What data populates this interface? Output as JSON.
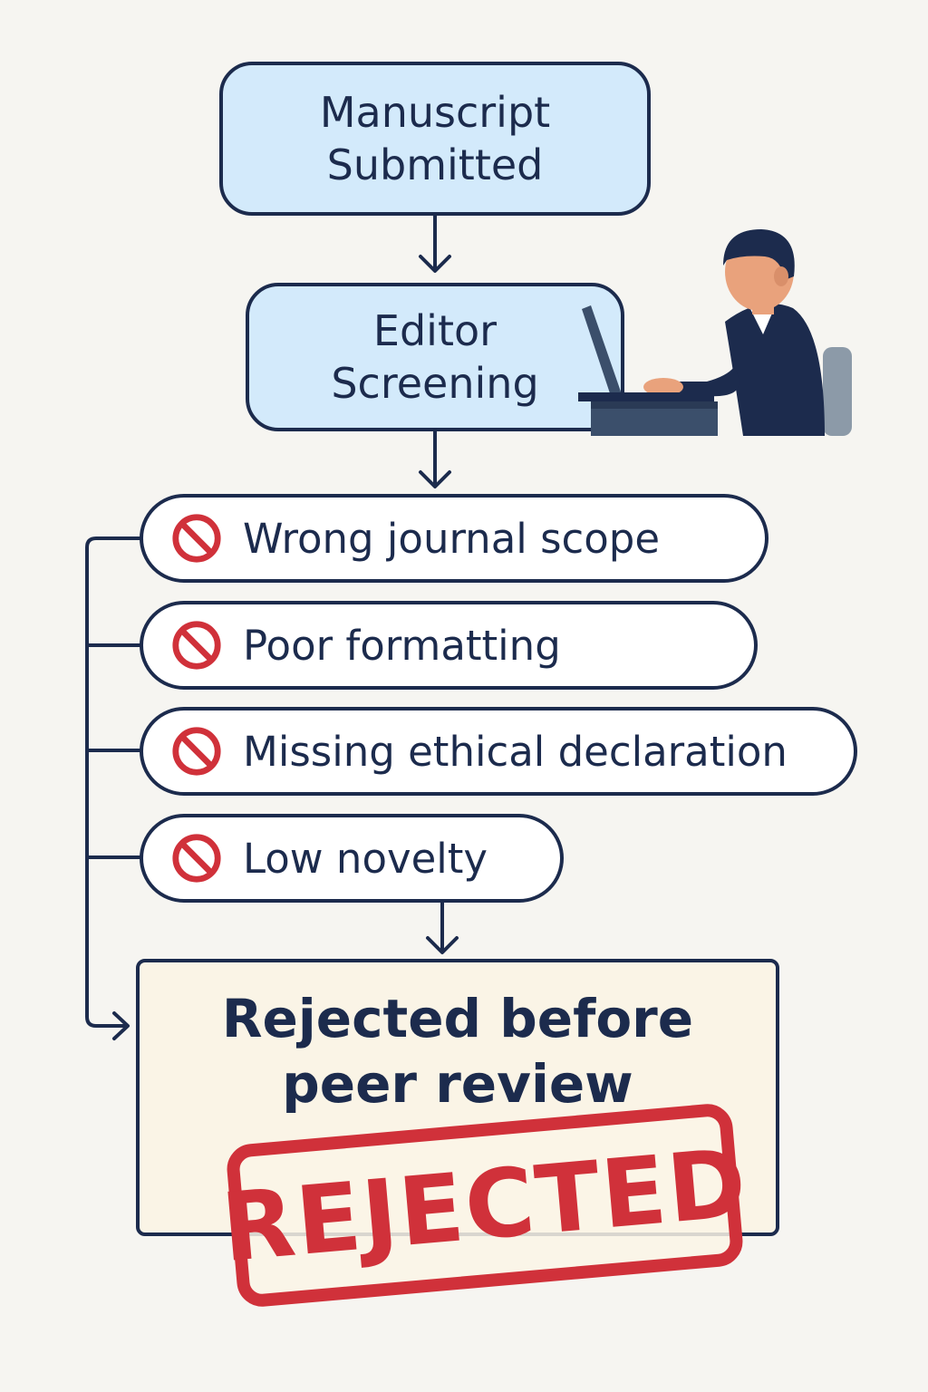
{
  "steps": {
    "submitted": {
      "line1": "Manuscript",
      "line2": "Submitted"
    },
    "screening": {
      "line1": "Editor",
      "line2": "Screening"
    }
  },
  "reasons": [
    {
      "label": "Wrong journal scope",
      "icon": "prohibited-icon"
    },
    {
      "label": "Poor formatting",
      "icon": "prohibited-icon"
    },
    {
      "label": "Missing ethical declaration",
      "icon": "prohibited-icon"
    },
    {
      "label": "Low novelty",
      "icon": "prohibited-icon"
    }
  ],
  "outcome": {
    "title_line1": "Rejected before",
    "title_line2": "peer review",
    "stamp": "REJECTED"
  },
  "illustration": {
    "icon": "editor-at-laptop-illustration"
  },
  "colors": {
    "ink": "#1c2b4d",
    "step_fill": "#d3eafb",
    "outcome_fill": "#faf4e6",
    "stamp_red": "#d0313a",
    "background": "#f6f5f1"
  }
}
